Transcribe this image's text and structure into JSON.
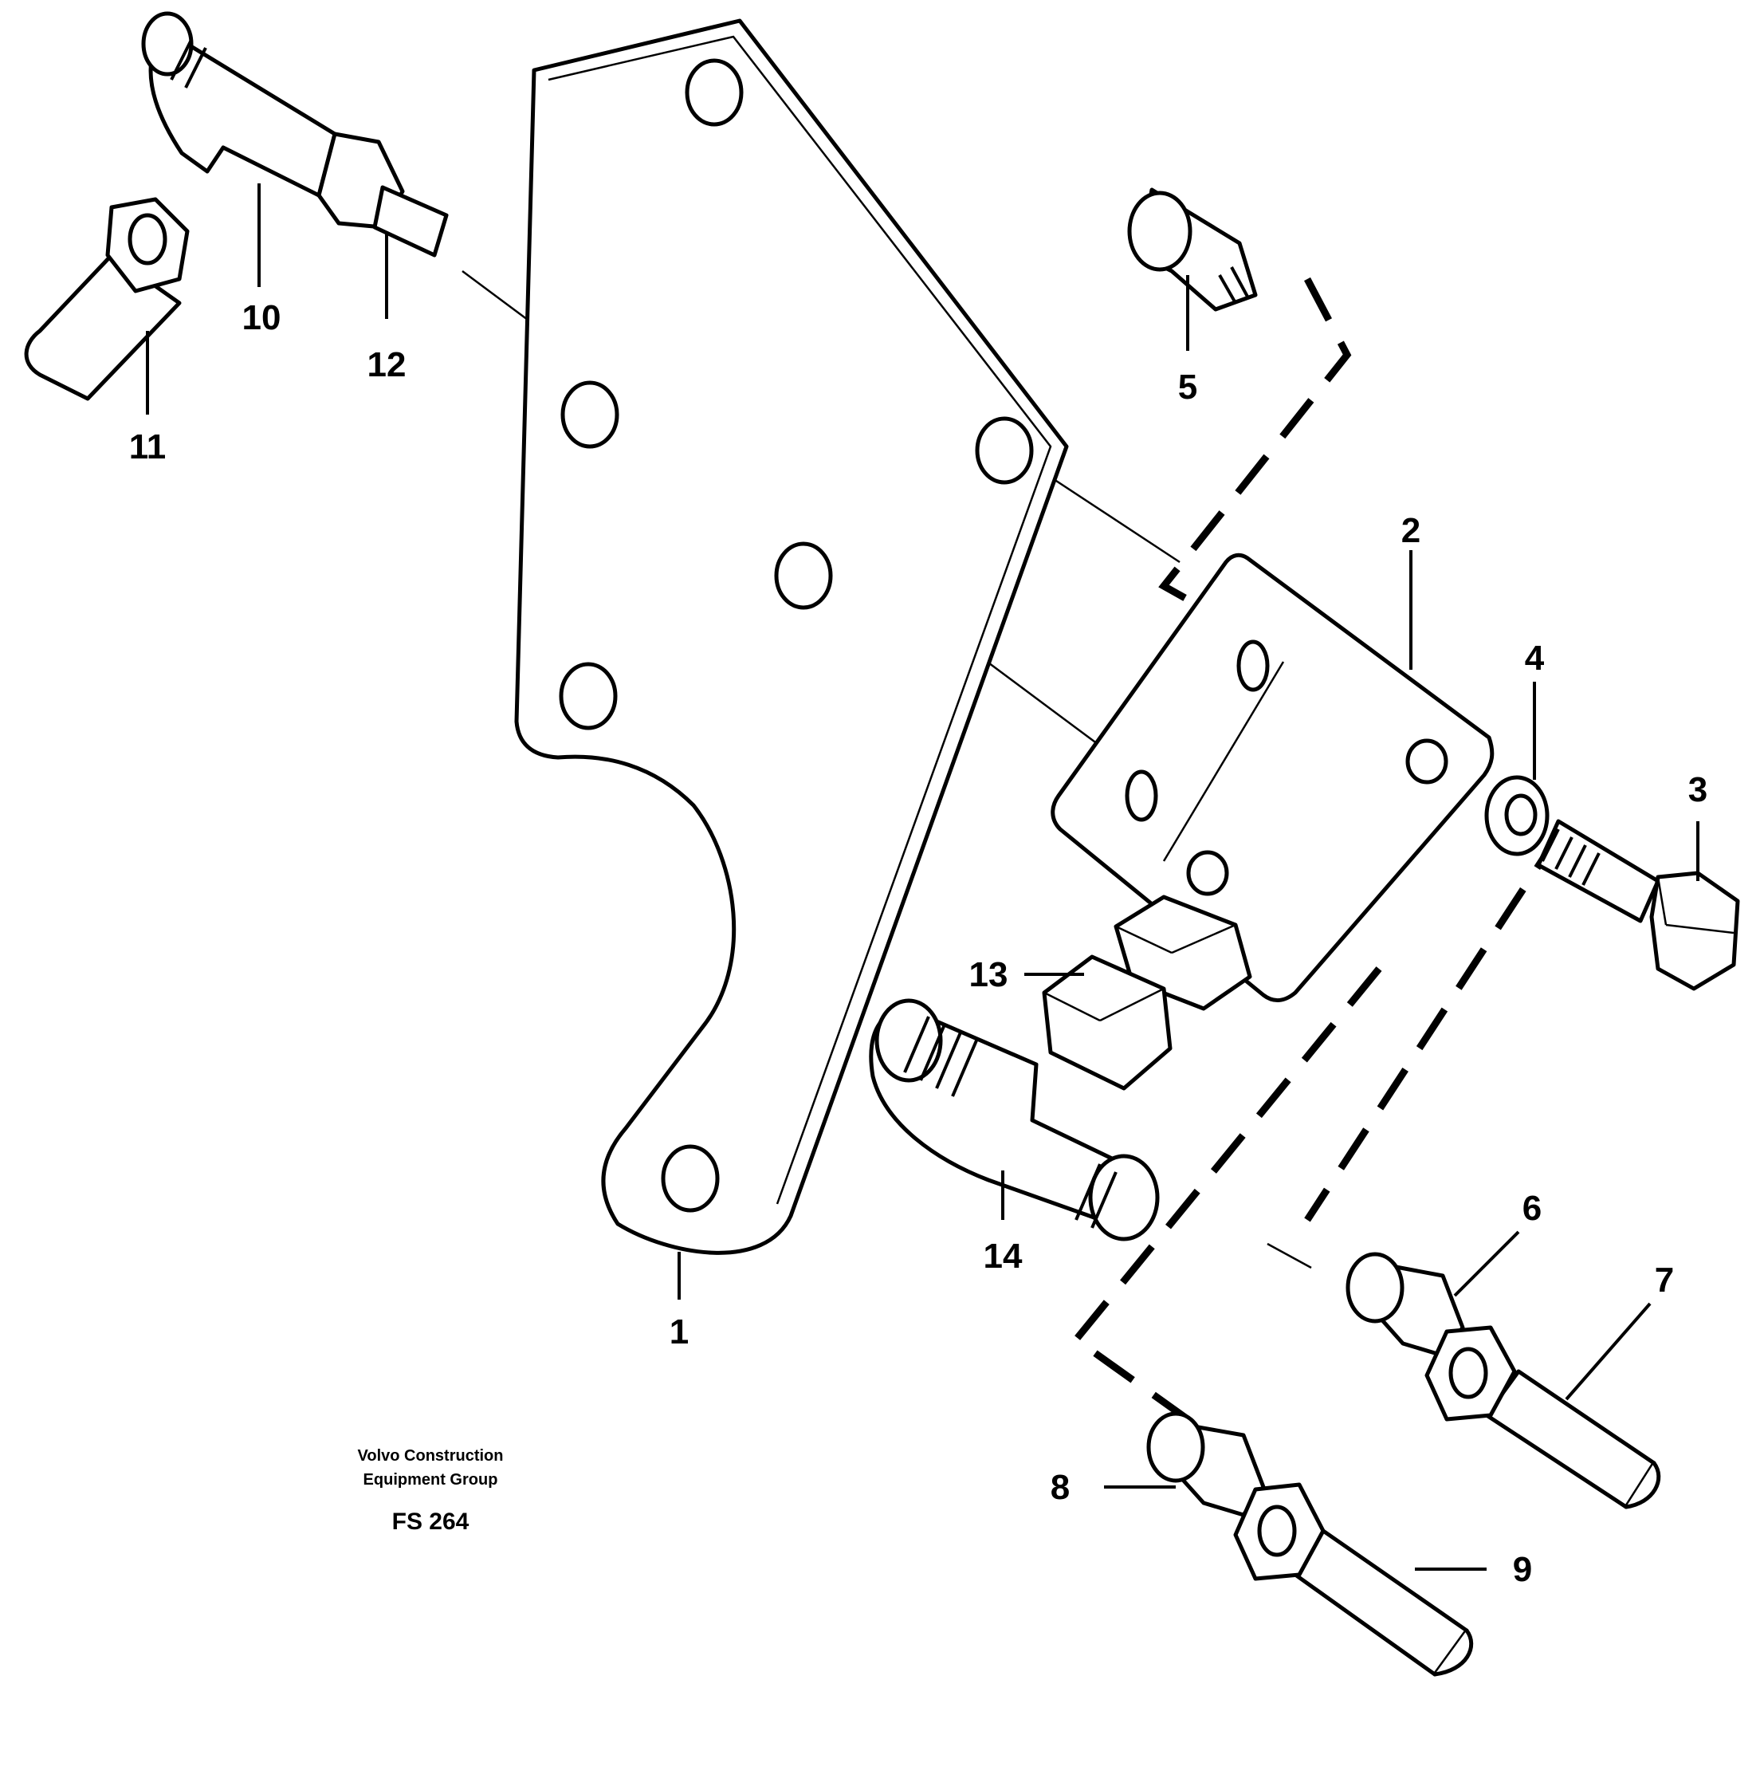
{
  "callouts": {
    "c1": "1",
    "c2": "2",
    "c3": "3",
    "c4": "4",
    "c5": "5",
    "c6": "6",
    "c7": "7",
    "c8": "8",
    "c9": "9",
    "c10": "10",
    "c11": "11",
    "c12": "12",
    "c13": "13",
    "c14": "14"
  },
  "credit": {
    "line1": "Volvo Construction",
    "line2": "Equipment Group",
    "code": "FS 264"
  }
}
